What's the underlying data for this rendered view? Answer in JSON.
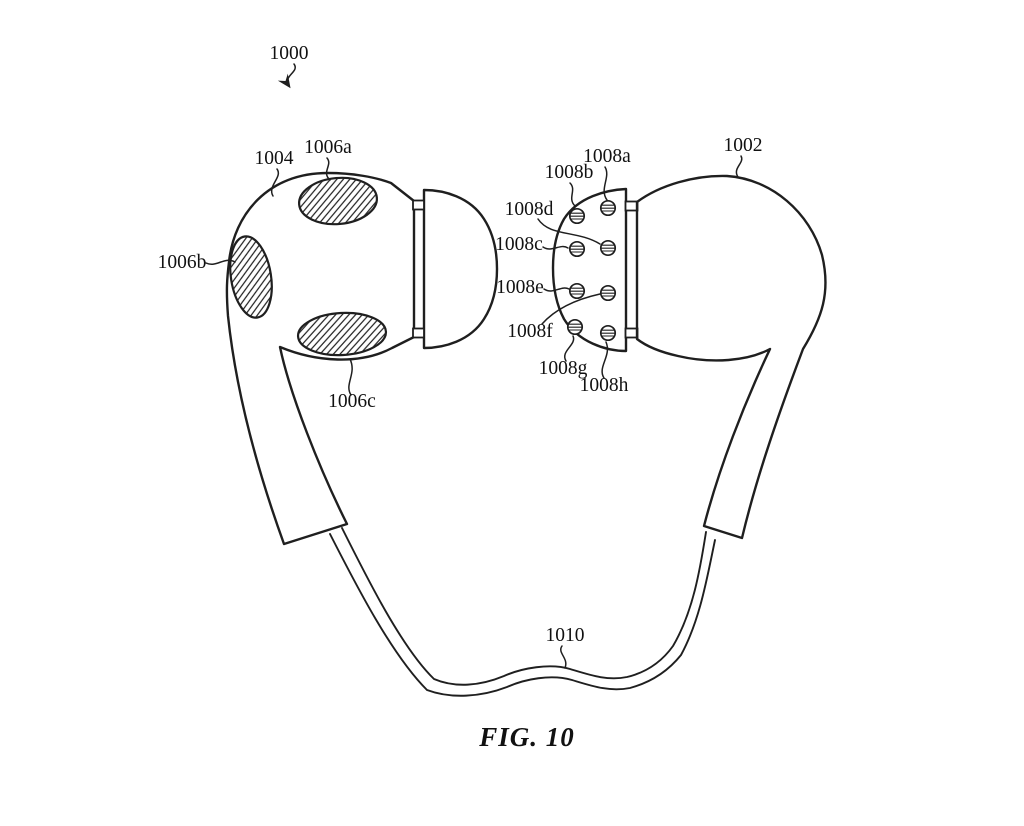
{
  "figure": {
    "caption": "FIG. 10",
    "line_color": "#1f1f1f",
    "background_color": "#ffffff",
    "labels": [
      {
        "text": "1000",
        "target": "earbud-assembly"
      },
      {
        "text": "1004",
        "target": "left-earbud-housing"
      },
      {
        "text": "1006a",
        "target": "left-sensor-window-top"
      },
      {
        "text": "1006b",
        "target": "left-sensor-window-side"
      },
      {
        "text": "1006c",
        "target": "left-sensor-window-bottom"
      },
      {
        "text": "1002",
        "target": "right-earbud-housing"
      },
      {
        "text": "1008a",
        "target": "contact-row1-right"
      },
      {
        "text": "1008b",
        "target": "contact-row1-left"
      },
      {
        "text": "1008c",
        "target": "contact-row2-left"
      },
      {
        "text": "1008d",
        "target": "contact-row2-right"
      },
      {
        "text": "1008e",
        "target": "contact-row3-left"
      },
      {
        "text": "1008f",
        "target": "contact-row3-right"
      },
      {
        "text": "1008g",
        "target": "contact-row4-left"
      },
      {
        "text": "1008h",
        "target": "contact-row4-right"
      },
      {
        "text": "1010",
        "target": "connecting-cable"
      }
    ]
  }
}
